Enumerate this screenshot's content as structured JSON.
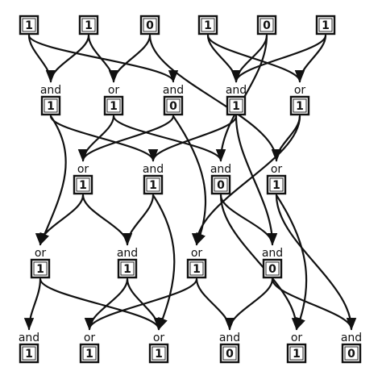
{
  "diagram": {
    "inputs": [
      {
        "id": "in0",
        "value": "1"
      },
      {
        "id": "in1",
        "value": "1"
      },
      {
        "id": "in2",
        "value": "0"
      },
      {
        "id": "in3",
        "value": "1"
      },
      {
        "id": "in4",
        "value": "0"
      },
      {
        "id": "in5",
        "value": "1"
      }
    ],
    "layers": [
      [
        {
          "id": "g1_0",
          "op": "and",
          "value": "1"
        },
        {
          "id": "g1_1",
          "op": "or",
          "value": "1"
        },
        {
          "id": "g1_2",
          "op": "and",
          "value": "0"
        },
        {
          "id": "g1_3",
          "op": "and",
          "value": "1"
        },
        {
          "id": "g1_4",
          "op": "or",
          "value": "1"
        }
      ],
      [
        {
          "id": "g2_0",
          "op": "or",
          "value": "1"
        },
        {
          "id": "g2_1",
          "op": "and",
          "value": "1"
        },
        {
          "id": "g2_2",
          "op": "and",
          "value": "0"
        },
        {
          "id": "g2_3",
          "op": "or",
          "value": "1"
        }
      ],
      [
        {
          "id": "g3_0",
          "op": "or",
          "value": "1"
        },
        {
          "id": "g3_1",
          "op": "and",
          "value": "1"
        },
        {
          "id": "g3_2",
          "op": "or",
          "value": "1"
        },
        {
          "id": "g3_3",
          "op": "and",
          "value": "0"
        }
      ],
      [
        {
          "id": "g4_0",
          "op": "and",
          "value": "1"
        },
        {
          "id": "g4_1",
          "op": "or",
          "value": "1"
        },
        {
          "id": "g4_2",
          "op": "or",
          "value": "1"
        },
        {
          "id": "g4_3",
          "op": "and",
          "value": "0"
        },
        {
          "id": "g4_4",
          "op": "or",
          "value": "1"
        },
        {
          "id": "g4_5",
          "op": "and",
          "value": "0"
        }
      ]
    ],
    "edges": [
      [
        "in0",
        "g1_0"
      ],
      [
        "in0",
        "g1_2"
      ],
      [
        "in1",
        "g1_0"
      ],
      [
        "in1",
        "g1_1"
      ],
      [
        "in2",
        "g1_1"
      ],
      [
        "in2",
        "g2_3"
      ],
      [
        "in3",
        "g1_3"
      ],
      [
        "in3",
        "g1_4"
      ],
      [
        "in4",
        "g1_3"
      ],
      [
        "in4",
        "g2_2"
      ],
      [
        "in5",
        "g1_3"
      ],
      [
        "in5",
        "g1_4"
      ],
      [
        "g1_0",
        "g3_0"
      ],
      [
        "g1_0",
        "g2_1"
      ],
      [
        "g1_1",
        "g2_0"
      ],
      [
        "g1_1",
        "g2_2"
      ],
      [
        "g1_2",
        "g2_0"
      ],
      [
        "g1_2",
        "g3_2"
      ],
      [
        "g1_3",
        "g2_1"
      ],
      [
        "g1_3",
        "g3_3"
      ],
      [
        "g1_4",
        "g2_3"
      ],
      [
        "g1_4",
        "g3_2"
      ],
      [
        "g2_0",
        "g3_0"
      ],
      [
        "g2_0",
        "g3_1"
      ],
      [
        "g2_1",
        "g3_1"
      ],
      [
        "g2_1",
        "g4_2"
      ],
      [
        "g2_2",
        "g4_4"
      ],
      [
        "g2_2",
        "g3_3"
      ],
      [
        "g2_3",
        "g4_4"
      ],
      [
        "g2_3",
        "g4_5"
      ],
      [
        "g3_0",
        "g4_0"
      ],
      [
        "g3_0",
        "g4_2"
      ],
      [
        "g3_1",
        "g4_1"
      ],
      [
        "g3_1",
        "g4_2"
      ],
      [
        "g3_2",
        "g4_1"
      ],
      [
        "g3_2",
        "g4_3"
      ],
      [
        "g3_3",
        "g4_3"
      ],
      [
        "g3_3",
        "g4_5"
      ]
    ]
  }
}
